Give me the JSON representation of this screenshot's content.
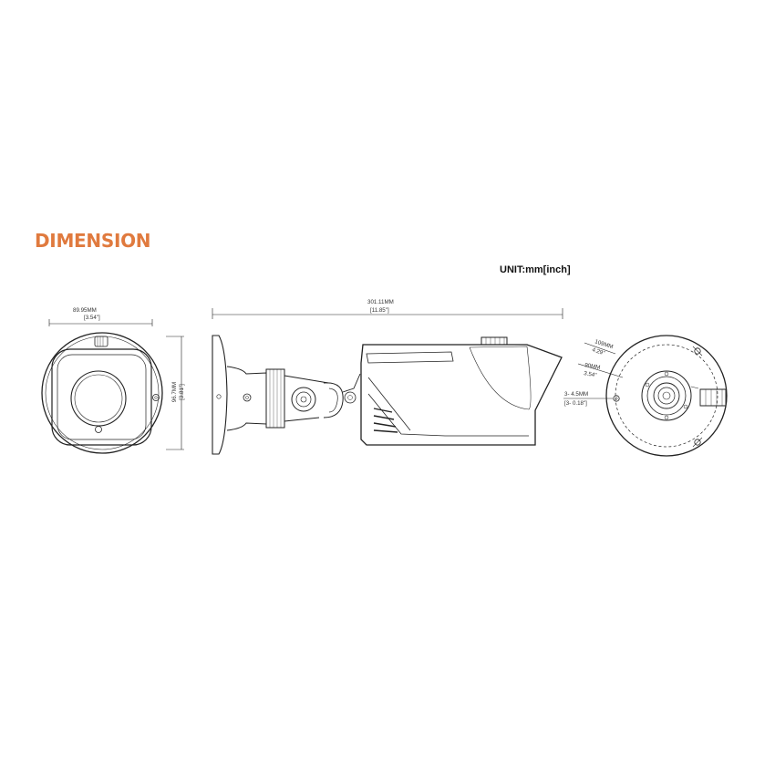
{
  "title": "DIMENSION",
  "title_color": "#e07a3e",
  "unit": "UNIT:mm[inch]",
  "front": {
    "width_mm": "89.95MM",
    "width_in": "[3.54\"]",
    "height_mm": "96.7MM",
    "height_in": "[3.81\"]"
  },
  "side": {
    "length_mm": "301.11MM",
    "length_in": "[11.85\"]"
  },
  "base": {
    "outer_mm": "109MM",
    "outer_in": "4.29\"",
    "inner_mm": "90MM",
    "inner_in": "3.54\"",
    "hole_mm": "3- 4.5MM",
    "hole_in": "[3- 0.18\"]"
  }
}
